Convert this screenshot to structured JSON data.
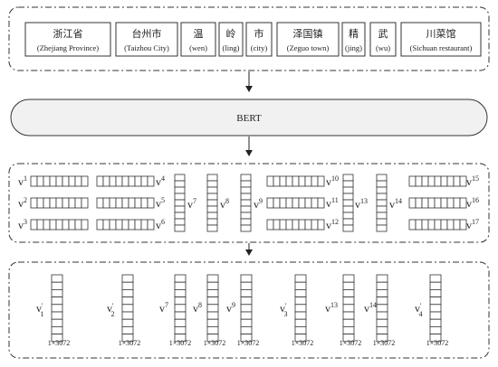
{
  "tokens": [
    {
      "zh": "浙江省",
      "en": "(Zhejiang Province)"
    },
    {
      "zh": "台州市",
      "en": "(Taizhou City)"
    },
    {
      "zh": "温",
      "en": "(wen)"
    },
    {
      "zh": "岭",
      "en": "(ling)"
    },
    {
      "zh": "市",
      "en": "(city)"
    },
    {
      "zh": "泽国镇",
      "en": "(Zeguo town)"
    },
    {
      "zh": "精",
      "en": "(jing)"
    },
    {
      "zh": "武",
      "en": "(wu)"
    },
    {
      "zh": "川菜馆",
      "en": "(Sichuan restaurant)"
    }
  ],
  "model": {
    "label": "BERT"
  },
  "vector_base": "v",
  "bert_vectors": [
    "1",
    "2",
    "3",
    "4",
    "5",
    "6",
    "7",
    "8",
    "9",
    "10",
    "11",
    "12",
    "13",
    "14",
    "15",
    "16",
    "17"
  ],
  "fused_vectors": [
    {
      "base": "v",
      "sup": "",
      "sub": "1",
      "prime": "'",
      "dim": "1×3072"
    },
    {
      "base": "v",
      "sup": "",
      "sub": "2",
      "prime": "'",
      "dim": "1×3072"
    },
    {
      "base": "v",
      "sup": "7",
      "sub": "",
      "prime": "",
      "dim": "1×3072"
    },
    {
      "base": "v",
      "sup": "8",
      "sub": "",
      "prime": "",
      "dim": "1×3072"
    },
    {
      "base": "v",
      "sup": "9",
      "sub": "",
      "prime": "",
      "dim": "1×3072"
    },
    {
      "base": "v",
      "sup": "",
      "sub": "3",
      "prime": "'",
      "dim": "1×3072"
    },
    {
      "base": "v",
      "sup": "13",
      "sub": "",
      "prime": "",
      "dim": "1×3072"
    },
    {
      "base": "v",
      "sup": "14",
      "sub": "",
      "prime": "",
      "dim": "1×3072"
    },
    {
      "base": "v",
      "sup": "",
      "sub": "4",
      "prime": "'",
      "dim": "1×3072"
    }
  ]
}
